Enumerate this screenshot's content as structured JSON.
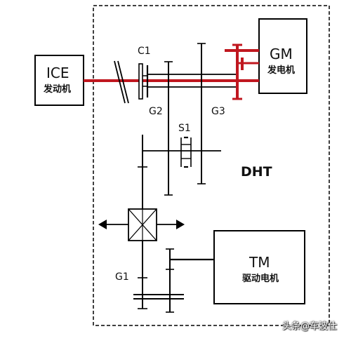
{
  "diagram": {
    "ice": {
      "title": "ICE",
      "subtitle": "发动机"
    },
    "gm": {
      "title": "GM",
      "subtitle": "发电机"
    },
    "tm": {
      "title": "TM",
      "subtitle": "驱动电机"
    },
    "system_label": "DHT",
    "clutch_label": "C1",
    "synchronizer_label": "S1",
    "gear_labels": {
      "g1": "G1",
      "g2": "G2",
      "g3": "G3"
    },
    "watermark": "头条@车波仕"
  },
  "colors": {
    "line": "#000000",
    "highlight": "#c0171f",
    "background": "#ffffff"
  }
}
